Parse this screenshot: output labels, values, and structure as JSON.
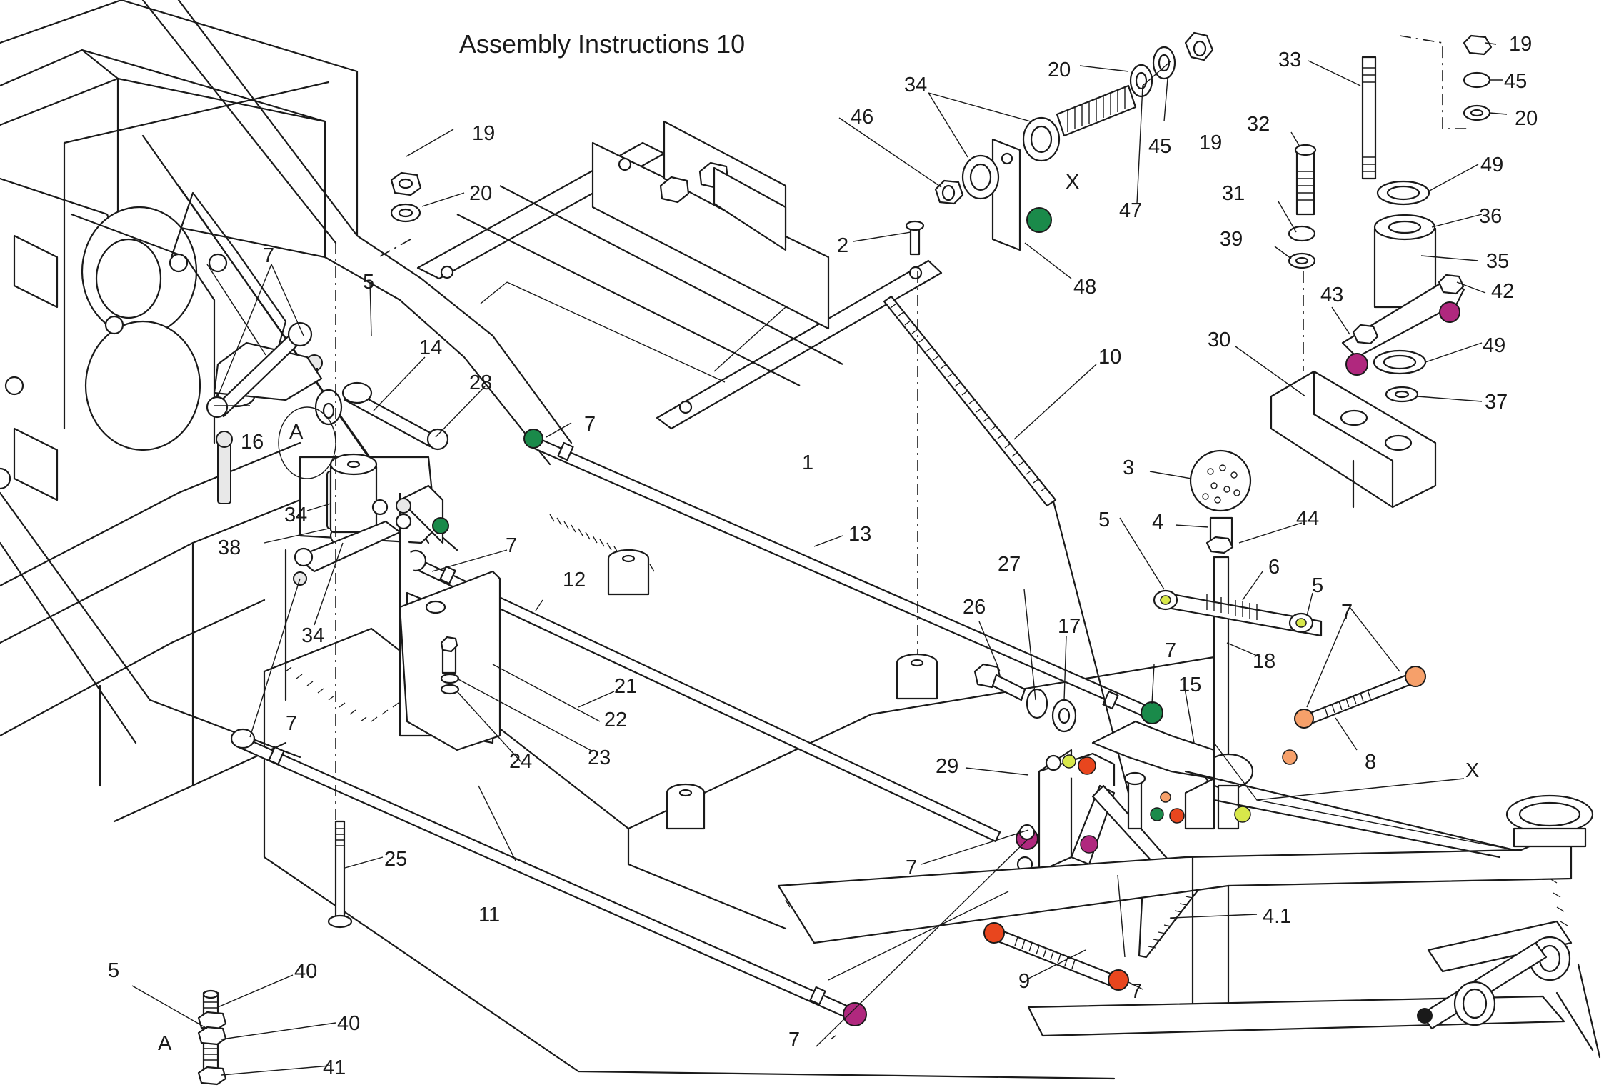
{
  "title": "Assembly Instructions 10",
  "labels": {
    "p1": "1",
    "p2": "2",
    "p3": "3",
    "p4": "4",
    "p4_1": "4.1",
    "p5": "5",
    "p6": "6",
    "p7": "7",
    "p8": "8",
    "p9": "9",
    "p10": "10",
    "p11": "11",
    "p12": "12",
    "p13": "13",
    "p14": "14",
    "p15": "15",
    "p16": "16",
    "p17": "17",
    "p18": "18",
    "p19": "19",
    "p20": "20",
    "p21": "21",
    "p22": "22",
    "p23": "23",
    "p24": "24",
    "p25": "25",
    "p26": "26",
    "p27": "27",
    "p28": "28",
    "p29": "29",
    "p30": "30",
    "p31": "31",
    "p32": "32",
    "p33": "33",
    "p34": "34",
    "p35": "35",
    "p36": "36",
    "p37": "37",
    "p38": "38",
    "p39": "39",
    "p40": "40",
    "p41": "41",
    "p42": "42",
    "p43": "43",
    "p44": "44",
    "p45": "45",
    "p46": "46",
    "p47": "47",
    "p48": "48",
    "p49": "49",
    "detail_a": "A",
    "detail_x": "X"
  },
  "colors": {
    "green": "#1a8a4a",
    "magenta": "#b0287e",
    "orange": "#ef6a2a",
    "red_orange": "#e8461e",
    "peach": "#f6a06a",
    "yellow_green": "#d8e84a",
    "grey_ball": "#bdbdbd",
    "line": "#1a1a1a"
  }
}
